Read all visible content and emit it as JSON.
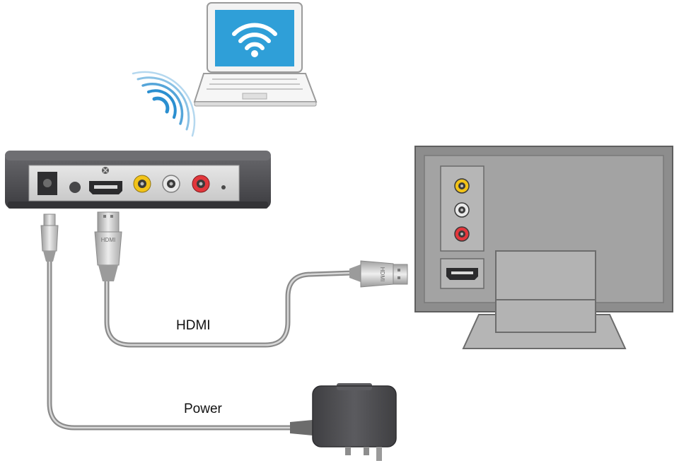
{
  "labels": {
    "hdmi": "HDMI",
    "power": "Power",
    "hdmi_plug_text": "HDMI"
  },
  "devices": {
    "laptop": {
      "icon": "wifi-icon",
      "screen_color": "#2f9fd8"
    },
    "media_box": {
      "ports": [
        "dc-in",
        "button",
        "hdmi",
        "video-yellow",
        "audio-white",
        "audio-red",
        "led"
      ]
    },
    "tv": {
      "ports": [
        "video-yellow",
        "audio-white",
        "audio-red",
        "hdmi"
      ]
    },
    "adapter": {
      "type": "wall-plug"
    }
  },
  "colors": {
    "wifi_wave": "#2b8fd0",
    "rca_yellow": "#f2c318",
    "rca_white": "#e9e9e9",
    "rca_red": "#e2373c",
    "device_dark": "#4a4a4d",
    "tv_gray": "#9c9c9c"
  }
}
